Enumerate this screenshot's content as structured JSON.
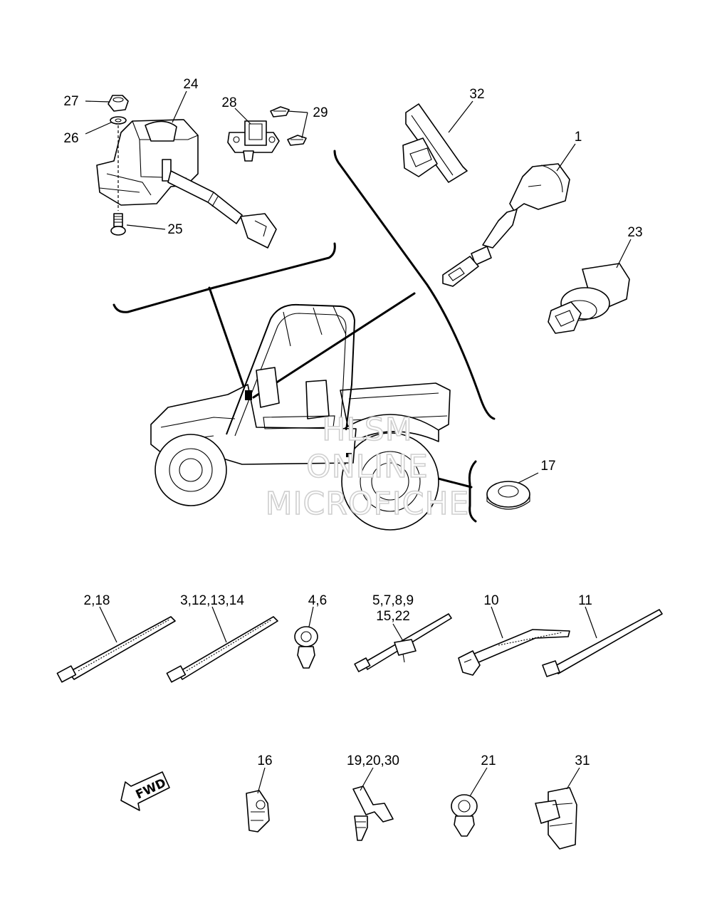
{
  "labels": {
    "l27": "27",
    "l26": "26",
    "l24": "24",
    "l25": "25",
    "l28": "28",
    "l29": "29",
    "l32": "32",
    "l1": "1",
    "l23": "23",
    "l17": "17",
    "l2_18": "2,18",
    "l3_12_13_14": "3,12,13,14",
    "l4_6": "4,6",
    "l5_7_8_9": "5,7,8,9",
    "l15_22": "15,22",
    "l10": "10",
    "l11": "11",
    "l16": "16",
    "l19_20_30": "19,20,30",
    "l21": "21",
    "l31": "31"
  },
  "fwd_arrow": {
    "text": "FWD"
  },
  "watermark": {
    "line1": "HLSM",
    "line2": "ONLINE",
    "line3": "MICROFICHE"
  }
}
